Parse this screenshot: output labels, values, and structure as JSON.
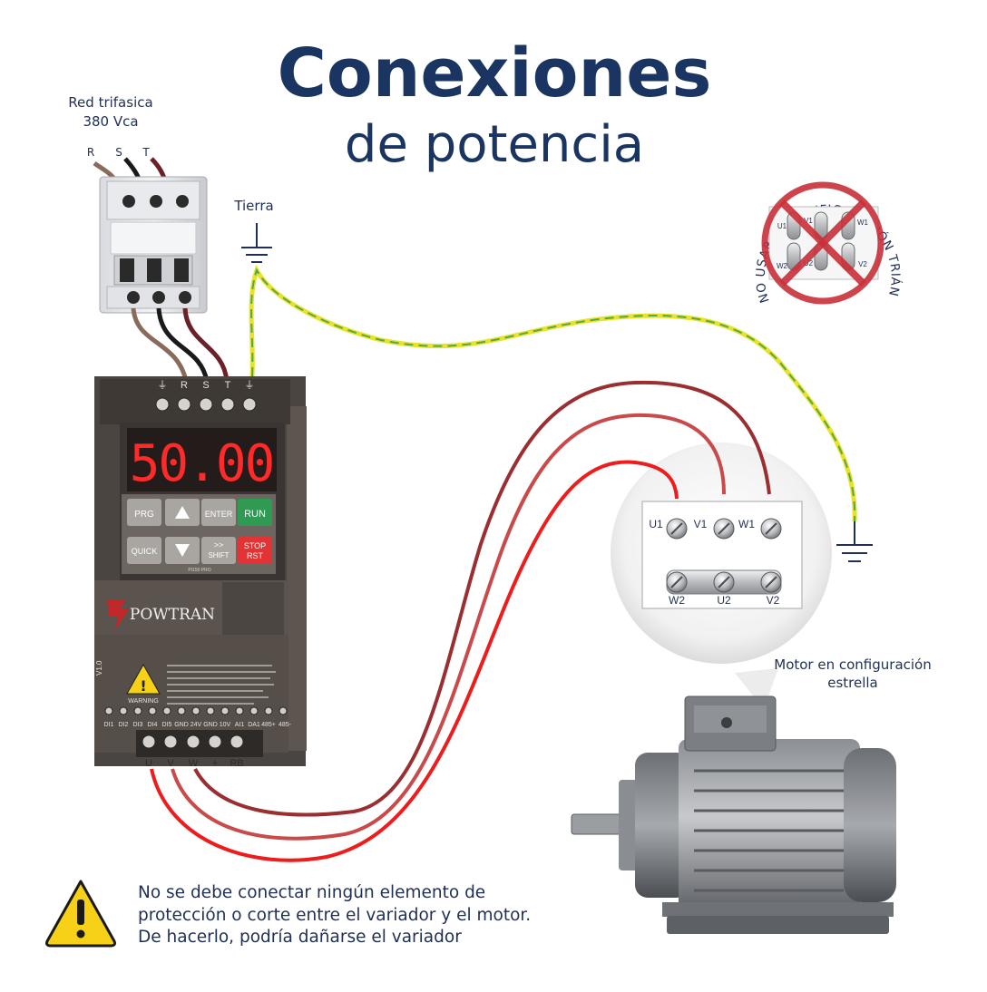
{
  "title": {
    "line1": "Conexiones",
    "line2": "de potencia"
  },
  "supply": {
    "line1": "Red trifasica",
    "line2": "380 Vca",
    "phases": [
      "R",
      "S",
      "T"
    ]
  },
  "ground_label": "Tierra",
  "drive": {
    "brand": "POWTRAN",
    "display_value": "50.00",
    "top_terminals": [
      "⏚",
      "R",
      "S",
      "T",
      "⏚"
    ],
    "buttons": {
      "prg": "PRG",
      "enter": "ENTER",
      "run": "RUN",
      "quick": "QUICK",
      "shift_top": ">>",
      "shift": "SHIFT",
      "stop": "STOP",
      "rst": "RST"
    },
    "model": "PI150 PRO",
    "side_label": "V1.0",
    "warning_badge": "WARNING",
    "control_terminals": [
      "DI1",
      "DI2",
      "DI3",
      "DI4",
      "DI5",
      "GND",
      "24V",
      "GND",
      "10V",
      "AI1",
      "DA1",
      "485+",
      "485-"
    ],
    "output_terminals": [
      "U",
      "V",
      "W",
      "+",
      "RB"
    ]
  },
  "motor_box": {
    "top_terminals": [
      "U1",
      "V1",
      "W1"
    ],
    "bottom_terminals": [
      "W2",
      "U2",
      "V2"
    ]
  },
  "motor_label": {
    "line1": "Motor en configuración",
    "line2": "estrella"
  },
  "delta_warning": {
    "arc_text": "NO USAR EN CONFIGURACIÓN TRIÁNGULO",
    "terminals": [
      "U1",
      "V1",
      "W1",
      "W2",
      "U2",
      "V2"
    ]
  },
  "warning": {
    "line1": "No se debe conectar ningún elemento de",
    "line2": "protección o corte entre el variador y el motor.",
    "line3": "De hacerlo, podría dañarse el variador"
  },
  "colors": {
    "title": "#1b3563",
    "wire_brown": "#8a6a5a",
    "wire_black": "#1a1a1a",
    "wire_maroon": "#6b2128",
    "wire_u": "#ee1c1c",
    "wire_v": "#c84a4a",
    "wire_w": "#9a2e30",
    "ground_yellow": "#e7e22a",
    "ground_green": "#57a845",
    "display_red": "#ff2a2a",
    "run_green": "#2e9a52",
    "stop_red": "#e23434",
    "warning_yellow": "#f7d118"
  }
}
